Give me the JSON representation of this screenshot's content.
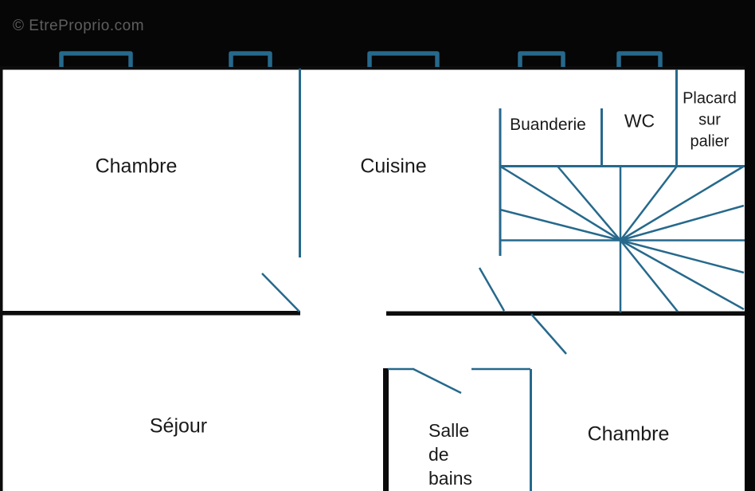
{
  "watermark": "© EtreProprio.com",
  "colors": {
    "background": "#060606",
    "floor_white": "#ffffff",
    "line_blue": "#26698c",
    "wall_black": "#0c0c0c",
    "watermark_gray": "#5e5e5e",
    "label_color": "#1a1a1a"
  },
  "rooms": {
    "chambre_top": "Chambre",
    "cuisine": "Cuisine",
    "buanderie": "Buanderie",
    "wc": "WC",
    "placard": {
      "line1": "Placard",
      "line2": "sur",
      "line3": "palier"
    },
    "sejour": "Séjour",
    "salle_de_bains": {
      "line1": "Salle",
      "line2": "de",
      "line3": "bains"
    },
    "chambre_bottom": "Chambre"
  },
  "symbols": {
    "window_count": 5,
    "staircase": "winder-staircase-with-radiating-treads",
    "door_swing_count": 4
  }
}
